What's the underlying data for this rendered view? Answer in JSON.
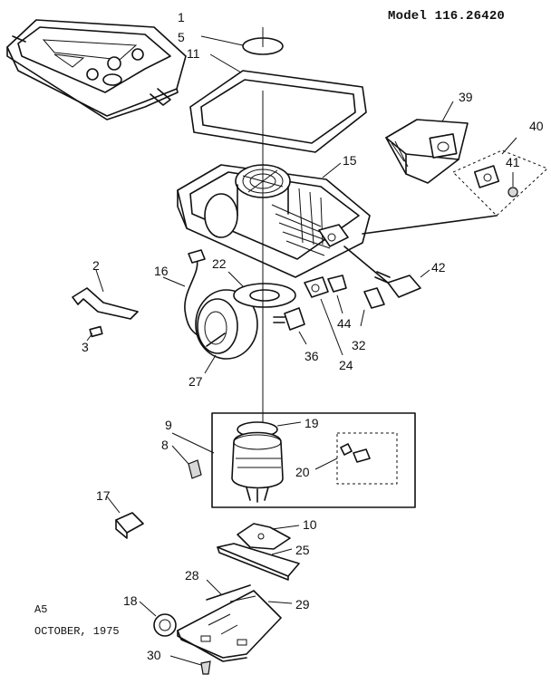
{
  "header": {
    "model": "Model 116.26420"
  },
  "footer": {
    "code": "A5",
    "date": "OCTOBER, 1975"
  },
  "parts": [
    {
      "id": "p1",
      "number": "1"
    },
    {
      "id": "p5",
      "number": "5"
    },
    {
      "id": "p11",
      "number": "11"
    },
    {
      "id": "p39",
      "number": "39"
    },
    {
      "id": "p40",
      "number": "40"
    },
    {
      "id": "p41",
      "number": "41"
    },
    {
      "id": "p15",
      "number": "15"
    },
    {
      "id": "p2",
      "number": "2"
    },
    {
      "id": "p16",
      "number": "16"
    },
    {
      "id": "p22",
      "number": "22"
    },
    {
      "id": "p42",
      "number": "42"
    },
    {
      "id": "p3",
      "number": "3"
    },
    {
      "id": "p44",
      "number": "44"
    },
    {
      "id": "p32",
      "number": "32"
    },
    {
      "id": "p36",
      "number": "36"
    },
    {
      "id": "p24",
      "number": "24"
    },
    {
      "id": "p27",
      "number": "27"
    },
    {
      "id": "p9",
      "number": "9"
    },
    {
      "id": "p19",
      "number": "19"
    },
    {
      "id": "p8",
      "number": "8"
    },
    {
      "id": "p20",
      "number": "20"
    },
    {
      "id": "p17",
      "number": "17"
    },
    {
      "id": "p10",
      "number": "10"
    },
    {
      "id": "p25",
      "number": "25"
    },
    {
      "id": "p28",
      "number": "28"
    },
    {
      "id": "p18",
      "number": "18"
    },
    {
      "id": "p29",
      "number": "29"
    },
    {
      "id": "p30",
      "number": "30"
    }
  ]
}
